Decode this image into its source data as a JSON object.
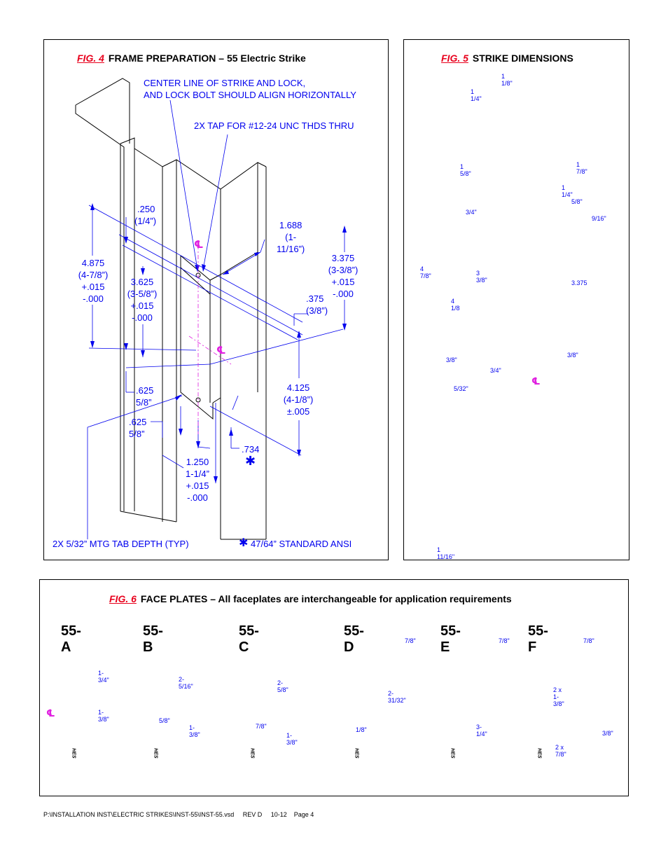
{
  "fig4": {
    "label": "FIG. 4",
    "title": "FRAME PREPARATION – 55 Electric Strike",
    "notes": {
      "center_line_1": "CENTER LINE OF STRIKE AND LOCK,",
      "center_line_2": "AND LOCK BOLT SHOULD ALIGN HORIZONTALLY",
      "tap": "2X TAP FOR #12-24 UNC THDS THRU",
      "mtg_tab": "2X 5/32” MTG TAB DEPTH (TYP)",
      "ansi_star": "✱",
      "ansi": "47/64” STANDARD ANSI"
    },
    "dims": {
      "d250a": ".250",
      "d250b": "(1/4”)",
      "d1688a": "1.688",
      "d1688b": "(1-11/16”)",
      "d4875a": "4.875",
      "d4875b": "(4-7/8”)",
      "d4875c": "+.015",
      "d4875d": "-.000",
      "d3625a": "3.625",
      "d3625b": "(3-5/8”)",
      "d3625c": "+.015",
      "d3625d": "-.000",
      "d3375a": "3.375",
      "d3375b": "(3-3/8”)",
      "d3375c": "+.015",
      "d3375d": "-.000",
      "d375a": ".375",
      "d375b": "(3/8”)",
      "d625a": ".625",
      "d625b": "5/8”",
      "d625c": ".625",
      "d625d": "5/8”",
      "d4125a": "4.125",
      "d4125b": "(4-1/8”)",
      "d4125c": "±.005",
      "d734": ".734",
      "d1250a": "1.250",
      "d1250b": "1-1/4”",
      "d1250c": "+.015",
      "d1250d": "-.000",
      "cl": "℄"
    }
  },
  "fig5": {
    "label": "FIG. 5",
    "title": "STRIKE DIMENSIONS",
    "dims": {
      "a": "1 1/8\"",
      "b": "1 1/4\"",
      "c": "1 5/8\"",
      "d": "1 7/8\"",
      "e": "1 1/4\"",
      "f": "5/8\"",
      "g": "3/4\"",
      "h": "9/16\"",
      "i": "4 7/8\"",
      "j": "3 3/8\"",
      "k": "4 1/8",
      "l": "3.375",
      "m": "3/8\"",
      "n": "3/8\"",
      "o": "3/4\"",
      "p": "5/32\"",
      "q": "1 11/16\"",
      "cl": "℄"
    }
  },
  "fig6": {
    "label": "FIG. 6",
    "title": "FACE PLATES – All faceplates are interchangeable for application requirements",
    "cl": "℄",
    "plates": [
      {
        "name": "55-A",
        "dims": [
          "1-3/4\"",
          "1- 3/8\""
        ]
      },
      {
        "name": "55-B",
        "dims": [
          "2-5/16\"",
          "5/8\"",
          "1-3/8\""
        ]
      },
      {
        "name": "55-C",
        "dims": [
          "2-5/8\"",
          "7/8\"",
          "1-3/8\""
        ]
      },
      {
        "name": "55-D",
        "dims": [
          "7/8\"",
          "2-31/32\"",
          "1/8\""
        ]
      },
      {
        "name": "55-E",
        "dims": [
          "7/8\"",
          "3-1/4\""
        ]
      },
      {
        "name": "55-F",
        "dims": [
          "7/8\"",
          "2 x 1-3/8\"",
          "3/8\"",
          "2 x 7/8\""
        ]
      }
    ],
    "logo": "HES"
  },
  "footer": "P:\\INSTALLATION INST\\ELECTRIC STRIKES\\INST-55\\INST-55.vsd     REV D     10-12    Page 4",
  "colors": {
    "dim": "#0000ee",
    "accent": "#e8001c",
    "centerline": "#e020e0",
    "line": "#000000"
  }
}
